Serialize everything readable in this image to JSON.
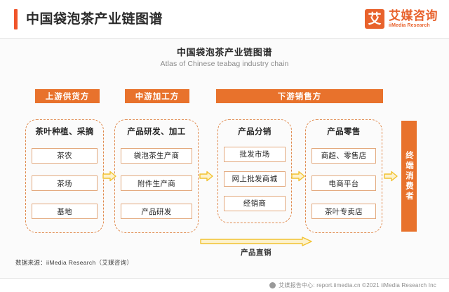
{
  "header": {
    "title": "中国袋泡茶产业链图谱",
    "brand_mark": "艾",
    "brand_cn": "艾媒咨询",
    "brand_en": "iiMedia Research"
  },
  "chart": {
    "title": "中国袋泡茶产业链图谱",
    "subtitle": "Atlas of Chinese teabag industry chain"
  },
  "bands": [
    {
      "label": "上游供货方"
    },
    {
      "label": "中游加工方"
    },
    {
      "label": "下游销售方"
    }
  ],
  "stages": [
    {
      "label": "茶叶种植、采摘",
      "items": [
        "茶农",
        "茶场",
        "基地"
      ]
    },
    {
      "label": "产品研发、加工",
      "items": [
        "袋泡茶生产商",
        "附件生产商",
        "产品研发"
      ]
    },
    {
      "label": "产品分销",
      "items": [
        "批发市场",
        "网上批发商城",
        "经销商"
      ]
    },
    {
      "label": "产品零售",
      "items": [
        "商超、零售店",
        "电商平台",
        "茶叶专卖店"
      ]
    }
  ],
  "direct_sales": {
    "label": "产品直销"
  },
  "end_consumer": {
    "label": "终端消费者"
  },
  "source": {
    "text": "数据来源：iiMedia Research（艾媒咨询）"
  },
  "footer": {
    "text": "艾媒报告中心: report.iimedia.cn  ©2021  iiMedia Research Inc"
  },
  "colors": {
    "accent": "#f0542a",
    "brand_orange": "#e8722c",
    "dashed_border": "#e08a4e",
    "item_border": "#e3a97e",
    "arrow_yellow": "#f5c842"
  }
}
